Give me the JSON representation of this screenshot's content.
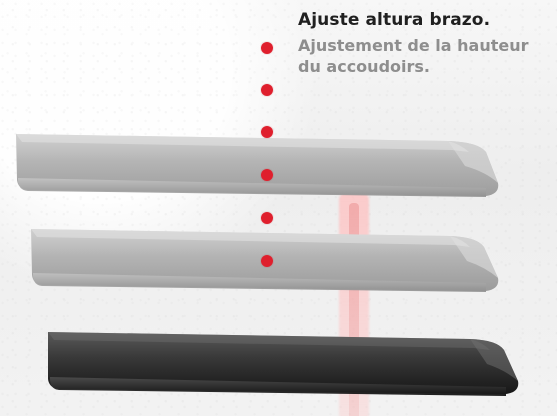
{
  "caption": {
    "primary": "Ajuste altura brazo.",
    "secondary": "Ajustement de la hauteur du accoudoirs."
  },
  "theme": {
    "accent": "#df1f2d",
    "background": "#f2f2f2",
    "armrest_light": "#b6b6b6",
    "armrest_dark": "#2c2c2c",
    "rail_tint": "#f0b7b7"
  },
  "illustration": {
    "marker_count": 6,
    "armrest_positions": [
      "upper",
      "middle",
      "lowest"
    ]
  }
}
